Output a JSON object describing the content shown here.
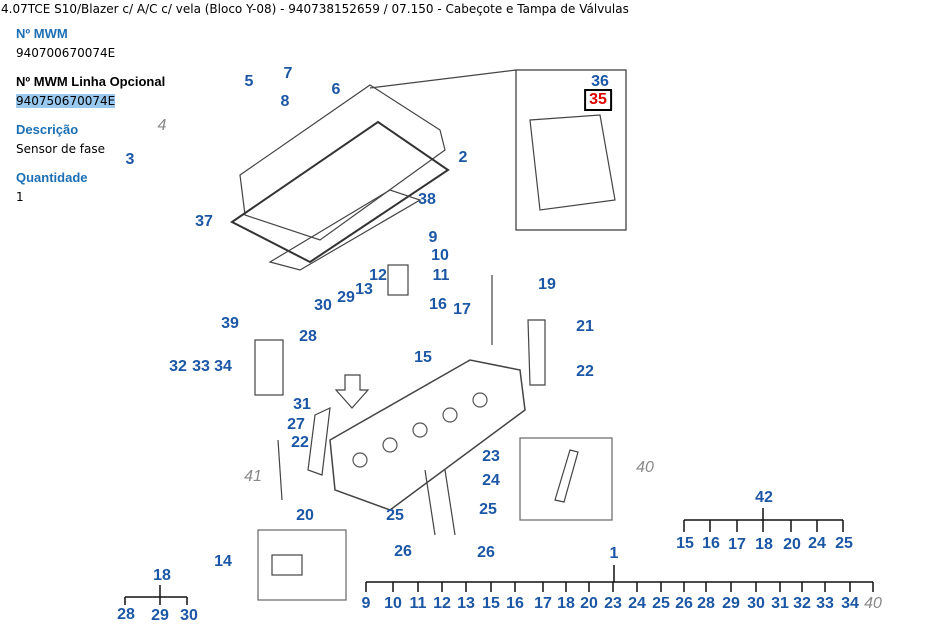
{
  "header": {
    "title": "4.07TCE S10/Blazer c/ A/C c/ vela (Bloco Y-08) - 940738152659  /  07.150 - Cabeçote e Tampa de Válvulas"
  },
  "details": {
    "mwm_label": "Nº MWM",
    "mwm_value": "940700670074E",
    "optional_label": "Nº MWM Linha Opcional",
    "optional_value": "940750670074E",
    "description_label": "Descrição",
    "description_value": "Sensor de fase",
    "quantity_label": "Quantidade",
    "quantity_value": "1"
  },
  "colors": {
    "callout": "#1c57a5",
    "highlight": "#e00000",
    "label": "#1a6fb5"
  },
  "diagram": {
    "callouts": [
      {
        "t": "5"
      },
      {
        "t": "7"
      },
      {
        "t": "8"
      },
      {
        "t": "6"
      },
      {
        "t": "36"
      },
      {
        "t": "35",
        "k": "hl"
      },
      {
        "t": "4",
        "k": "gray"
      },
      {
        "t": "3"
      },
      {
        "t": "2"
      },
      {
        "t": "38"
      },
      {
        "t": "37"
      },
      {
        "t": "9"
      },
      {
        "t": "10"
      },
      {
        "t": "12"
      },
      {
        "t": "11"
      },
      {
        "t": "19"
      },
      {
        "t": "30"
      },
      {
        "t": "29"
      },
      {
        "t": "13"
      },
      {
        "t": "16"
      },
      {
        "t": "17"
      },
      {
        "t": "39"
      },
      {
        "t": "28"
      },
      {
        "t": "21"
      },
      {
        "t": "15"
      },
      {
        "t": "32"
      },
      {
        "t": "33"
      },
      {
        "t": "34"
      },
      {
        "t": "22"
      },
      {
        "t": "31"
      },
      {
        "t": "27"
      },
      {
        "t": "22"
      },
      {
        "t": "23"
      },
      {
        "t": "41",
        "k": "gray"
      },
      {
        "t": "24"
      },
      {
        "t": "40",
        "k": "gray"
      },
      {
        "t": "20"
      },
      {
        "t": "25"
      },
      {
        "t": "25"
      },
      {
        "t": "14"
      },
      {
        "t": "26"
      },
      {
        "t": "26"
      },
      {
        "t": "42"
      },
      {
        "t": "15"
      },
      {
        "t": "16"
      },
      {
        "t": "17"
      },
      {
        "t": "18"
      },
      {
        "t": "20"
      },
      {
        "t": "24"
      },
      {
        "t": "25"
      },
      {
        "t": "18"
      },
      {
        "t": "28"
      },
      {
        "t": "29"
      },
      {
        "t": "30"
      },
      {
        "t": "1"
      },
      {
        "t": "9"
      },
      {
        "t": "10"
      },
      {
        "t": "11"
      },
      {
        "t": "12"
      },
      {
        "t": "13"
      },
      {
        "t": "15"
      },
      {
        "t": "16"
      },
      {
        "t": "17"
      },
      {
        "t": "18"
      },
      {
        "t": "20"
      },
      {
        "t": "23"
      },
      {
        "t": "24"
      },
      {
        "t": "25"
      },
      {
        "t": "26"
      },
      {
        "t": "28"
      },
      {
        "t": "29"
      },
      {
        "t": "30"
      },
      {
        "t": "31"
      },
      {
        "t": "32"
      },
      {
        "t": "33"
      },
      {
        "t": "34"
      },
      {
        "t": "40",
        "k": "gray"
      }
    ]
  }
}
